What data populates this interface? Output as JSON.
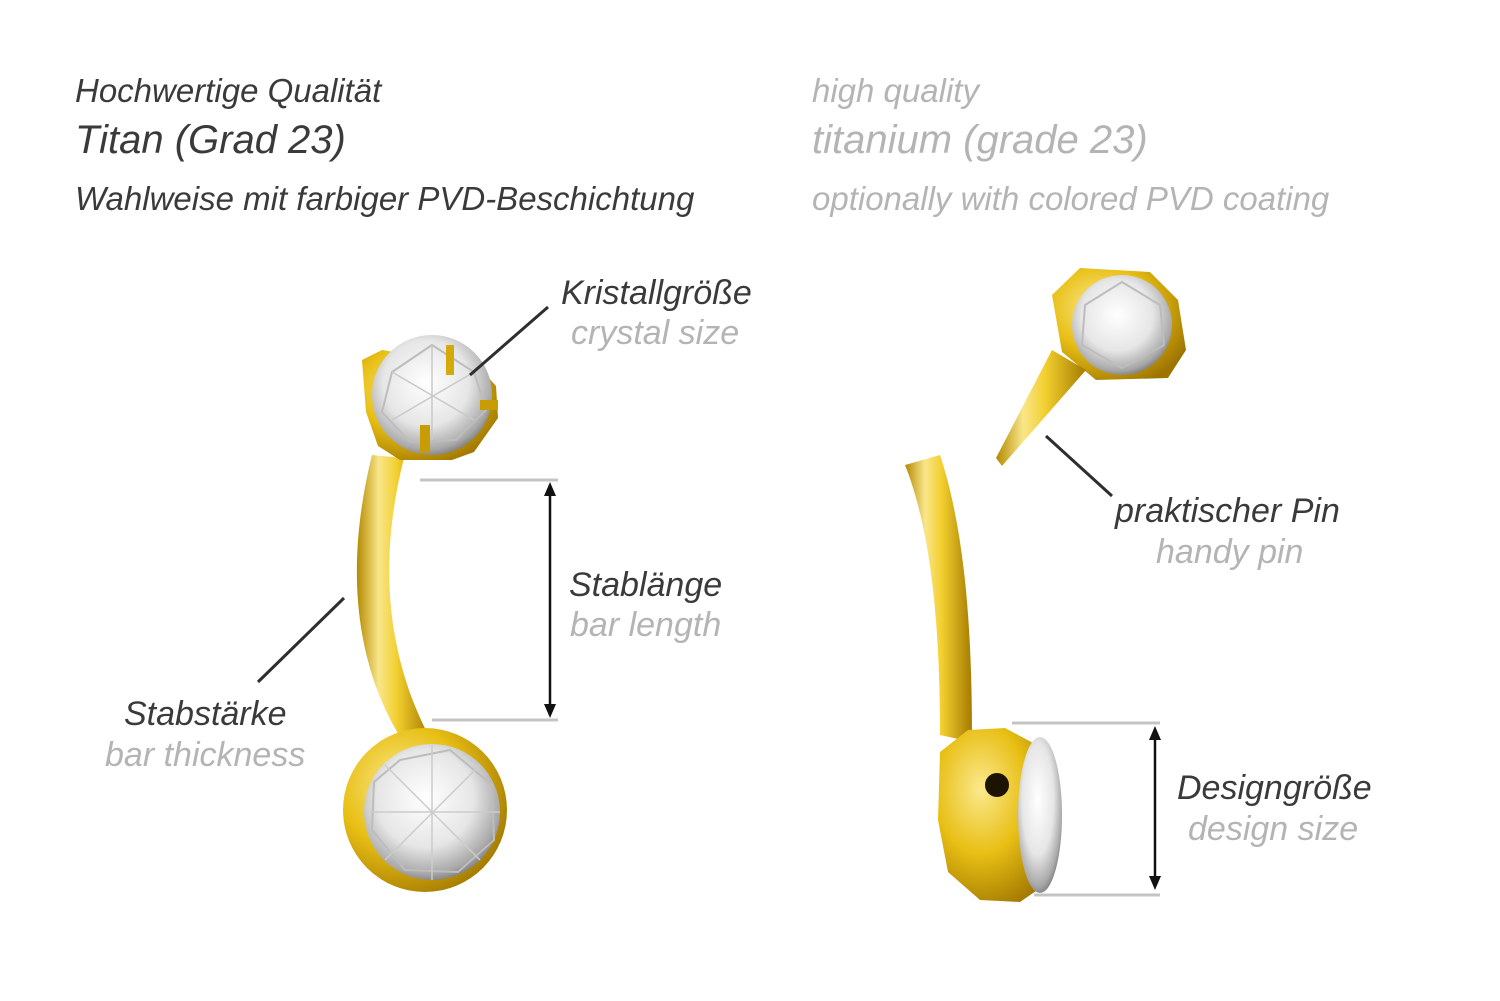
{
  "header": {
    "de": {
      "quality": "Hochwertige Qualität",
      "material": "Titan (Grad 23)",
      "coating": "Wahlweise mit farbiger PVD-Beschichtung"
    },
    "en": {
      "quality": "high quality",
      "material": "titanium (grade 23)",
      "coating": "optionally with colored PVD coating"
    }
  },
  "labels": {
    "crystal_size": {
      "de": "Kristallgröße",
      "en": "crystal size"
    },
    "bar_length": {
      "de": "Stablänge",
      "en": "bar length"
    },
    "bar_thickness": {
      "de": "Stabstärke",
      "en": "bar thickness"
    },
    "handy_pin": {
      "de": "praktischer Pin",
      "en": "handy pin"
    },
    "design_size": {
      "de": "Designgröße",
      "en": "design size"
    }
  },
  "colors": {
    "gold": "#e2b80c",
    "gold_light": "#f8e37a",
    "gold_dark": "#a77d00",
    "german_text": "#3a3a3a",
    "english_text": "#b4b4b4"
  }
}
